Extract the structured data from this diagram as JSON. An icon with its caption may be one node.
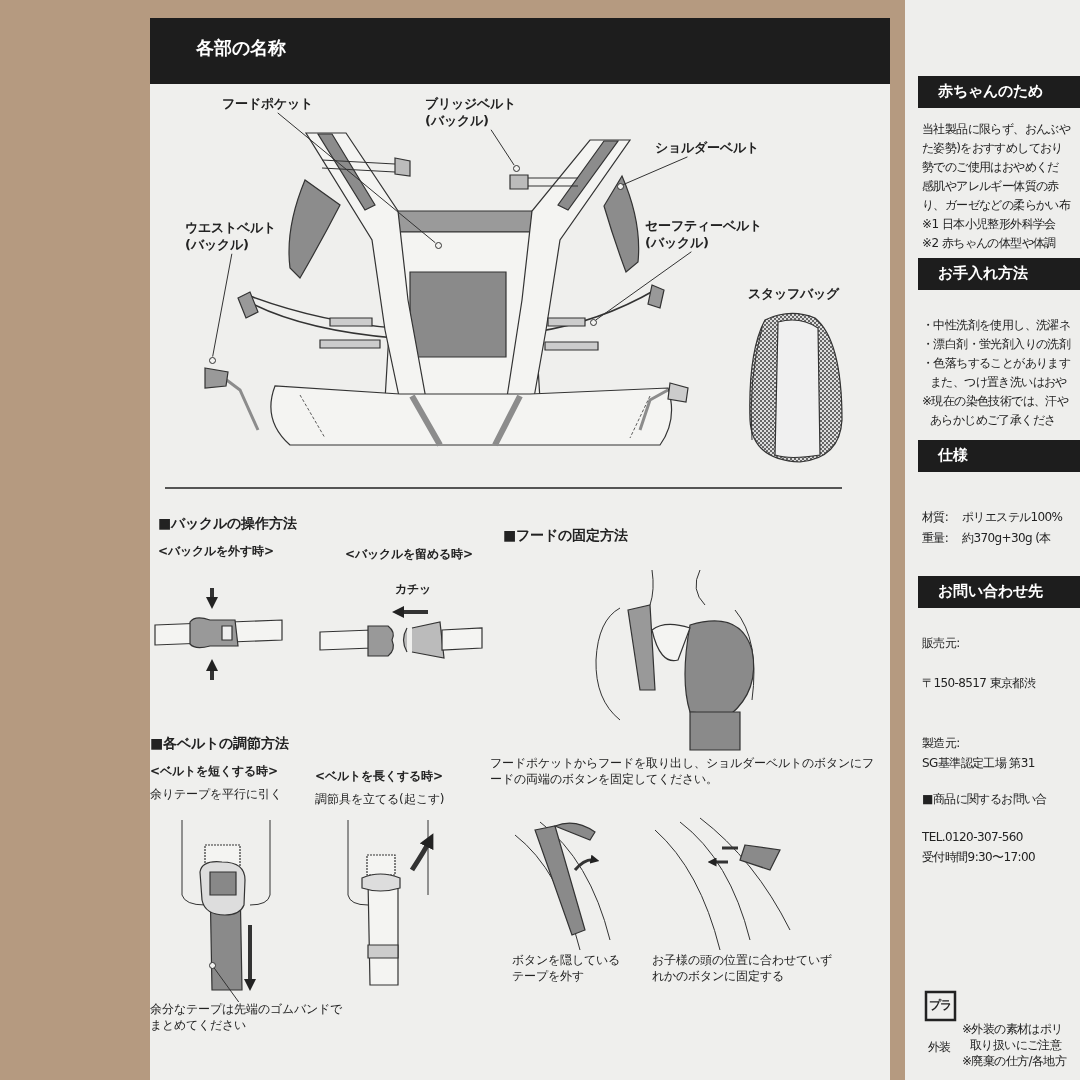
{
  "diagram": {
    "title": "各部の名称",
    "nodes": [
      {
        "text": [
          "フードポケット"
        ]
      },
      {
        "text": [],
        "shape": "circle"
      },
      {
        "text": [
          "ブリッジベルト (バックル)"
        ]
      },
      {
        "text": [],
        "shape": "circle"
      },
      {
        "text": [
          "ショルダーベルト"
        ]
      },
      {
        "text": [],
        "shape": "circle"
      },
      {
        "text": [
          "ウエストベルト (バックル)"
        ]
      },
      {
        "text": [],
        "shape": "circle"
      },
      {
        "text": [
          "セーフティーベルト (バックル)"
        ]
      },
      {
        "text": [],
        "shape": "circle"
      },
      {
        "text": [
          "余分なテープは先端のゴムバンドでまとめてください"
        ]
      },
      {
        "text": [],
        "shape": "circle"
      }
    ],
    "edges": [
      {
        "from": 0,
        "to": 1,
        "arrow": "none"
      },
      {
        "from": 2,
        "to": 3,
        "arrow": "none"
      },
      {
        "from": 4,
        "to": 5,
        "arrow": "none"
      },
      {
        "from": 6,
        "to": 7,
        "arrow": "none"
      },
      {
        "from": 8,
        "to": 9,
        "arrow": "none"
      },
      {
        "from": 10,
        "to": 11,
        "arrow": "none"
      }
    ],
    "labels": [
      "■バックルの操作方法",
      "<バックルを外す時>",
      "<バックルを留める時>",
      "カチッ",
      "■フードの固定方法",
      "■各ベルトの調節方法",
      "<ベルトを短くする時>",
      "余りテープを平行に引く",
      "<ベルトを長くする時>",
      "調節具を立てる(起こす)",
      "フードポケットからフードを取り出し、ショルダーベルトのボタンにフードの両端のボタンを固定してください。",
      "ボタンを隠しているテープを外す",
      "お子様の頭の位置に合わせていずれかのボタンに固定する",
      "スタッフバッグ",
      "赤ちゃんのため",
      "当社製品に限らず、おんぶや",
      "た姿勢)をおすすめしており",
      "勢でのご使用はおやめくだ",
      "感肌やアレルギー体質の赤",
      "り、ガーゼなどの柔らかい布",
      "※1 日本小児整形外科学会",
      "※2 赤ちゃんの体型や体調",
      "お手入れ方法",
      "・中性洗剤を使用し、洗濯ネ",
      "・漂白剤・蛍光剤入りの洗剤",
      "・色落ちすることがあります",
      "また、つけ置き洗いはおや",
      "※現在の染色技術では、汗や",
      "あらかじめご了承くださ",
      "仕様",
      "材質:",
      "ポリエステル100%",
      "重量:",
      "約370g+30g (本",
      "お問い合わせ先",
      "販売元:",
      "〒150-8517 東京都渋",
      "製造元:",
      "SG基準認定工場 第31",
      "■商品に関するお問い合",
      "TEL.0120-307-560",
      "受付時間9:30〜17:00",
      "プラ",
      "外装",
      "※外装の素材はポリ",
      "取り扱いにご注意",
      "※廃棄の仕方/各地方"
    ]
  }
}
